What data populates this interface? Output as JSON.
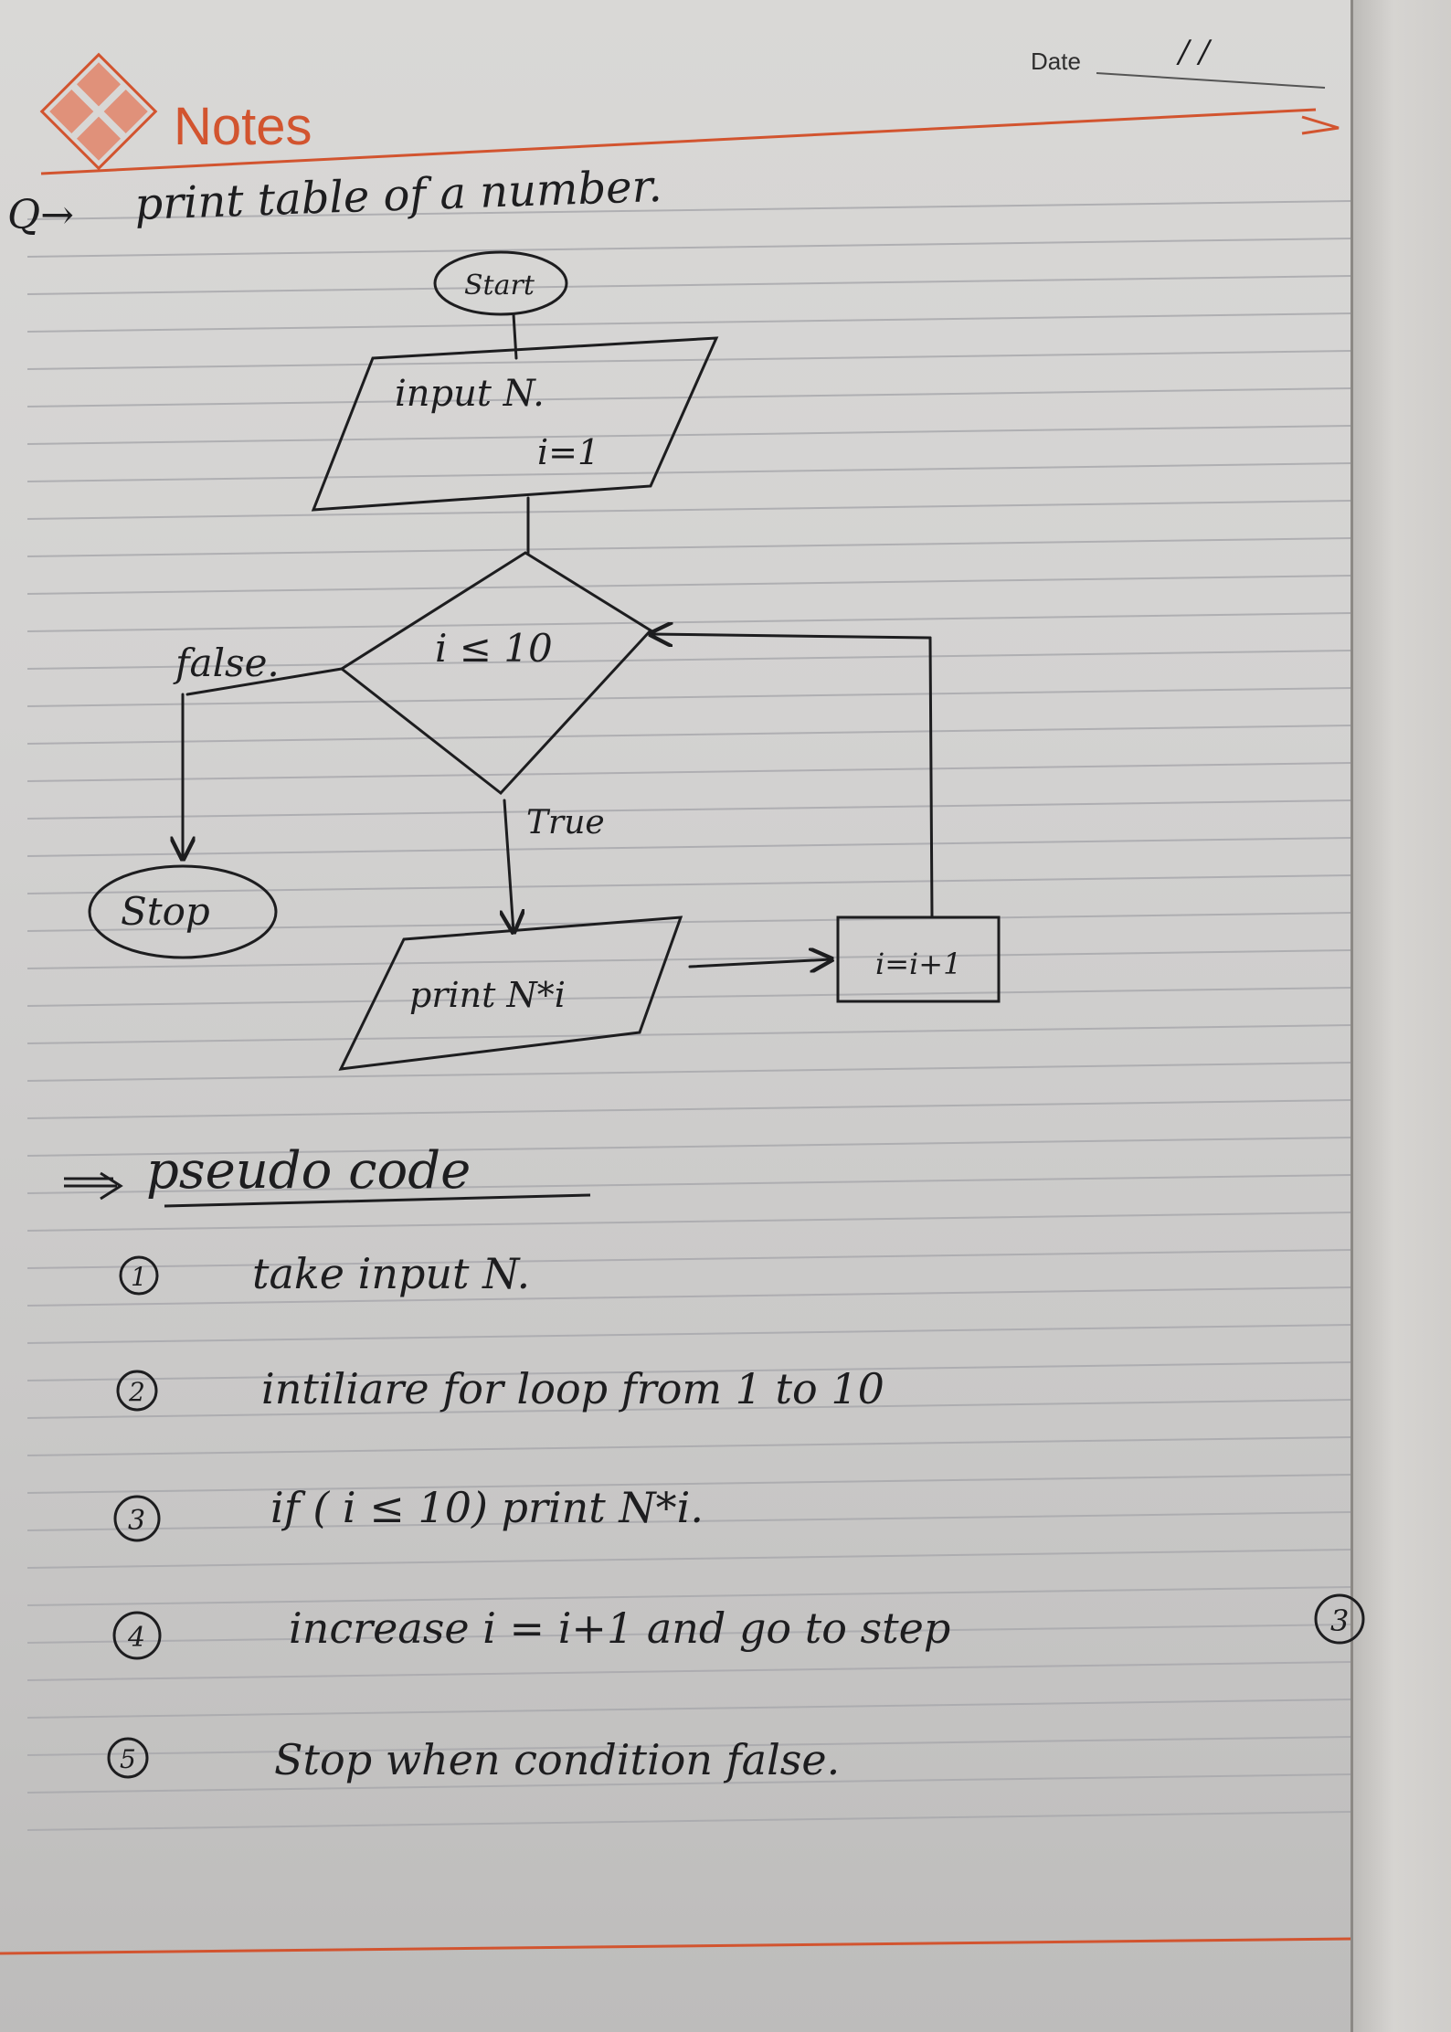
{
  "header": {
    "brand": "Notes",
    "date_label": "Date",
    "date_value": "/ /"
  },
  "question": {
    "marker": "Q→",
    "text": "print table of a number."
  },
  "flowchart": {
    "start": "Start",
    "input_line1": "input N.",
    "input_line2": "i=1",
    "condition": "i ≤ 10",
    "false_label": "false.",
    "true_label": "True",
    "stop": "Stop",
    "print": "print N*i",
    "increment": "i=i+1"
  },
  "pseudocode": {
    "heading": "pseudo code",
    "steps": [
      {
        "num": "1",
        "text": "take input N."
      },
      {
        "num": "2",
        "text": "intiliare for loop from 1 to 10"
      },
      {
        "num": "3",
        "text": "if ( i ≤ 10) print N*i."
      },
      {
        "num": "4",
        "text": "increase i = i+1 and go to step"
      },
      {
        "num": "5",
        "text": "Stop when condition false."
      }
    ],
    "step4_ref": "3"
  },
  "colors": {
    "ink": "#1d1d1f",
    "rule_line": "#a9a9ad",
    "accent": "#d2542f"
  },
  "icons": {
    "logo": "diamond-grid-icon"
  }
}
